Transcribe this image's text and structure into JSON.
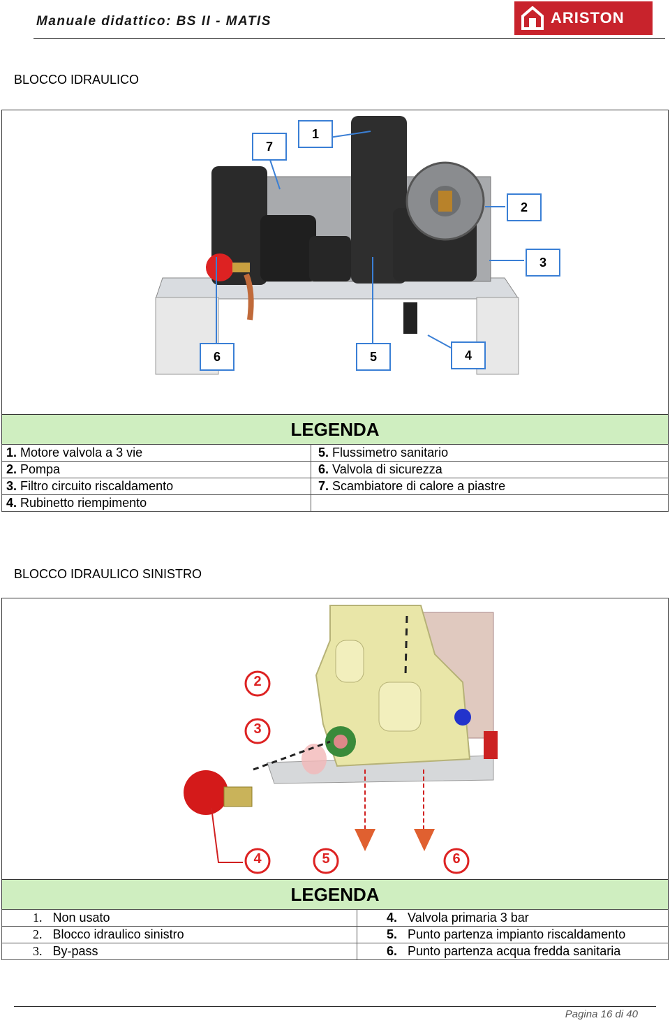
{
  "header": {
    "title": "Manuale didattico: BS II - MATIS",
    "logo_text": "ARISTON"
  },
  "section1": {
    "title": "BLOCCO IDRAULICO",
    "callouts": [
      "1",
      "2",
      "3",
      "4",
      "5",
      "6",
      "7"
    ],
    "legend_title": "LEGENDA",
    "legend": [
      {
        "num": "1.",
        "text": "Motore valvola a 3 vie"
      },
      {
        "num": "2.",
        "text": "Pompa"
      },
      {
        "num": "3.",
        "text": "Filtro circuito riscaldamento"
      },
      {
        "num": "4.",
        "text": "Rubinetto riempimento"
      },
      {
        "num": "5.",
        "text": "Flussimetro sanitario"
      },
      {
        "num": "6.",
        "text": "Valvola di sicurezza"
      },
      {
        "num": "7.",
        "text": "Scambiatore di calore a piastre"
      }
    ]
  },
  "section2": {
    "title": "BLOCCO IDRAULICO SINISTRO",
    "markers": [
      "2",
      "3",
      "4",
      "5",
      "6"
    ],
    "legend_title": "LEGENDA",
    "legend": [
      {
        "num": "1.",
        "text": "Non usato"
      },
      {
        "num": "2.",
        "text": "Blocco idraulico sinistro"
      },
      {
        "num": "3.",
        "text": "By-pass"
      },
      {
        "num": "4.",
        "text": "Valvola primaria 3 bar"
      },
      {
        "num": "5.",
        "text": "Punto partenza impianto riscaldamento"
      },
      {
        "num": "6.",
        "text": "Punto partenza acqua fredda sanitaria"
      }
    ]
  },
  "footer": {
    "page": "Pagina 16 di 40"
  }
}
